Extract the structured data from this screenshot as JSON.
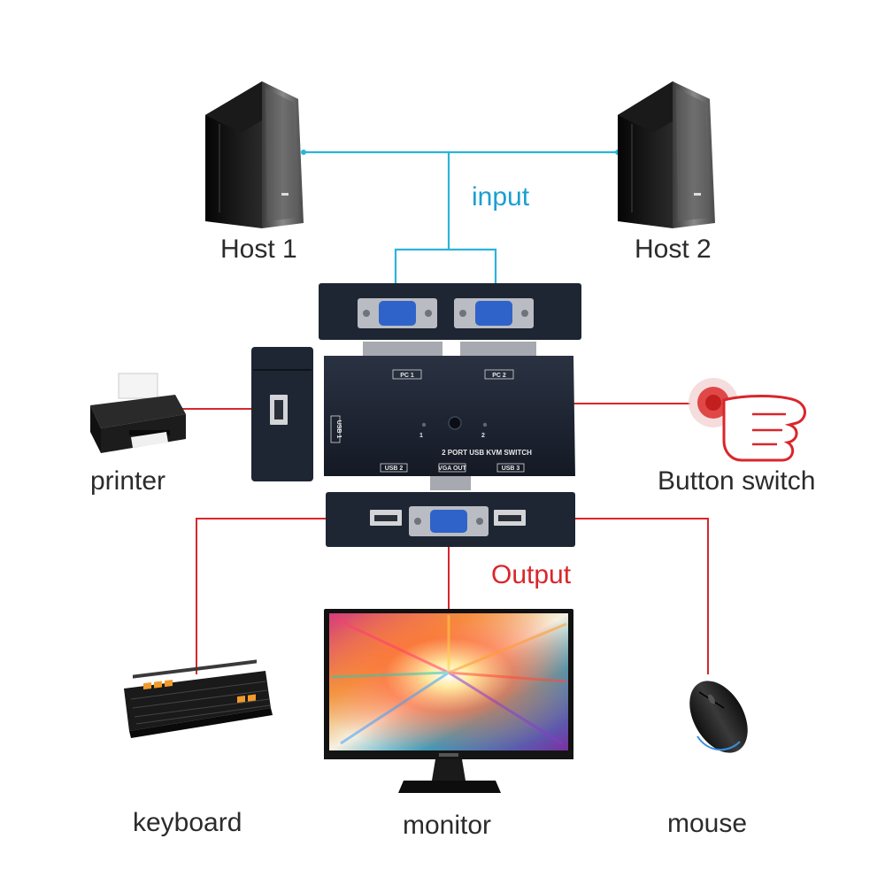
{
  "labels": {
    "host1": "Host 1",
    "host2": "Host 2",
    "input": "input",
    "printer": "printer",
    "button_switch": "Button switch",
    "output": "Output",
    "keyboard": "keyboard",
    "monitor": "monitor",
    "mouse": "mouse"
  },
  "device": {
    "model": "2 PORT USB KVM SWITCH",
    "port_pc1": "PC 1",
    "port_pc2": "PC 2",
    "port_usb1": "USB 1",
    "port_usb2": "USB 2",
    "port_usb3": "USB 3",
    "port_vga_out": "VGA OUT",
    "led1": "1",
    "led2": "2"
  },
  "colors": {
    "input_line": "#2bb3da",
    "output_line": "#d9262b",
    "device_body": "#1e2533",
    "vga_blue": "#2f63c9"
  }
}
